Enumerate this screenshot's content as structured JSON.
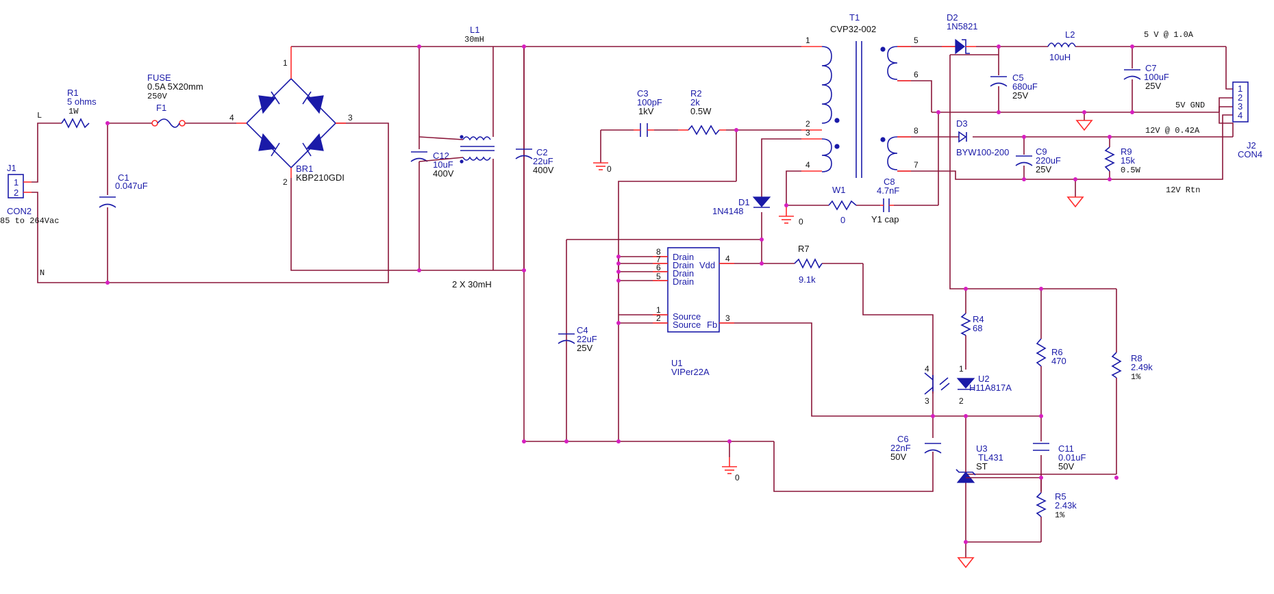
{
  "components": {
    "j1": {
      "ref": "J1",
      "value": "CON2",
      "pins": [
        "1",
        "2"
      ],
      "note": "85 to 264Vac"
    },
    "r1": {
      "ref": "R1",
      "value": "5 ohms",
      "rating": "1W"
    },
    "c1": {
      "ref": "C1",
      "value": "0.047uF"
    },
    "fuse": {
      "title": "FUSE",
      "value": "0.5A 5X20mm",
      "rating": "250V",
      "ref": "F1"
    },
    "br1": {
      "ref": "BR1",
      "value": "KBP210GDI",
      "pins": [
        "1",
        "2",
        "3",
        "4"
      ]
    },
    "c12": {
      "ref": "C12",
      "value": "10uF",
      "rating": "400V"
    },
    "l1": {
      "ref": "L1",
      "value": "30mH",
      "note": "2 X 30mH"
    },
    "c2": {
      "ref": "C2",
      "value": "22uF",
      "rating": "400V"
    },
    "c3": {
      "ref": "C3",
      "value": "100pF",
      "rating": "1kV"
    },
    "r2": {
      "ref": "R2",
      "value": "2k",
      "rating": "0.5W"
    },
    "t1": {
      "ref": "T1",
      "value": "CVP32-002",
      "pins": [
        "1",
        "2",
        "3",
        "4",
        "5",
        "6",
        "7",
        "8"
      ]
    },
    "d1": {
      "ref": "D1",
      "value": "1N4148"
    },
    "w1": {
      "ref": "W1",
      "value": "0"
    },
    "c8": {
      "ref": "C8",
      "value": "4.7nF",
      "note": "Y1 cap"
    },
    "d2": {
      "ref": "D2",
      "value": "1N5821"
    },
    "c5": {
      "ref": "C5",
      "value": "680uF",
      "rating": "25V"
    },
    "l2": {
      "ref": "L2",
      "value": "10uH"
    },
    "c7": {
      "ref": "C7",
      "value": "100uF",
      "rating": "25V"
    },
    "d3": {
      "ref": "D3",
      "value": "BYW100-200"
    },
    "c9": {
      "ref": "C9",
      "value": "220uF",
      "rating": "25V"
    },
    "r9": {
      "ref": "R9",
      "value": "15k",
      "rating": "0.5W"
    },
    "j2": {
      "ref": "J2",
      "value": "CON4",
      "pins": [
        "1",
        "2",
        "3",
        "4"
      ]
    },
    "u1": {
      "ref": "U1",
      "value": "VIPer22A",
      "pins": [
        "8",
        "7",
        "6",
        "5",
        "4",
        "1",
        "2",
        "3"
      ],
      "pin_labels": [
        "Drain",
        "Drain",
        "Drain",
        "Drain",
        "Vdd",
        "Source",
        "Source",
        "Fb"
      ]
    },
    "r7": {
      "ref": "R7",
      "value": "9.1k"
    },
    "c4": {
      "ref": "C4",
      "value": "22uF",
      "rating": "25V"
    },
    "r4": {
      "ref": "R4",
      "value": "68"
    },
    "u2": {
      "ref": "U2",
      "value": "H11A817A",
      "pins": [
        "1",
        "2",
        "3",
        "4"
      ]
    },
    "r6": {
      "ref": "R6",
      "value": "470"
    },
    "r8": {
      "ref": "R8",
      "value": "2.49k",
      "tolerance": "1%"
    },
    "c6": {
      "ref": "C6",
      "value": "22nF",
      "rating": "50V"
    },
    "u3": {
      "ref": "U3",
      "value": "TL431",
      "note": "ST"
    },
    "c11": {
      "ref": "C11",
      "value": "0.01uF",
      "rating": "50V"
    },
    "r5": {
      "ref": "R5",
      "value": "2.43k",
      "tolerance": "1%"
    }
  },
  "nets": {
    "line": "L",
    "neutral": "N",
    "ground": "0",
    "out5v": "5 V @ 1.0A",
    "gnd5v": "5V GND",
    "out12v": "12V @ 0.42A",
    "rtn12v": "12V Rtn"
  },
  "colors": {
    "wire": "#8a1538",
    "pin": "#ff2a2a",
    "symbol": "#1a1aa8",
    "junction": "#d61fbf",
    "label": "#1a1aa8",
    "value_text": "#111111"
  }
}
